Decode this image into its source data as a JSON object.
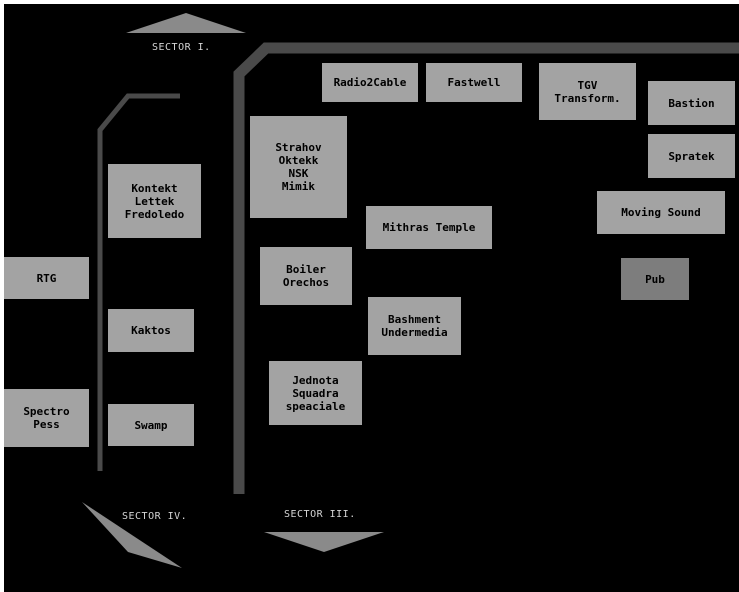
{
  "sectors": {
    "sector_1": "SECTOR I.",
    "sector_3": "SECTOR III.",
    "sector_4": "SECTOR IV."
  },
  "stages": {
    "radio2cable": "Radio2Cable",
    "fastwell": "Fastwell",
    "tgv": "TGV\nTransform.",
    "bastion": "Bastion",
    "spratek": "Spratek",
    "moving_sound": "Moving Sound",
    "pub": "Pub",
    "strahov": "Strahov\nOktekk\nNSK\nMimik",
    "mithras": "Mithras Temple",
    "boiler": "Boiler\nOrechos",
    "bashment": "Bashment\nUndermedia",
    "jednota": "Jednota\nSquadra\nspeaciale",
    "kontekt": "Kontekt\nLettek\nFredoledo",
    "kaktos": "Kaktos",
    "swamp": "Swamp",
    "rtg": "RTG",
    "spectro": "Spectro\nPess"
  },
  "colors": {
    "background": "#000000",
    "stage": "#a3a3a3",
    "pub": "#7d7d7d",
    "wall": "#4a4a4a",
    "arrow": "#8a8a8a",
    "label": "#d6d6d6"
  }
}
